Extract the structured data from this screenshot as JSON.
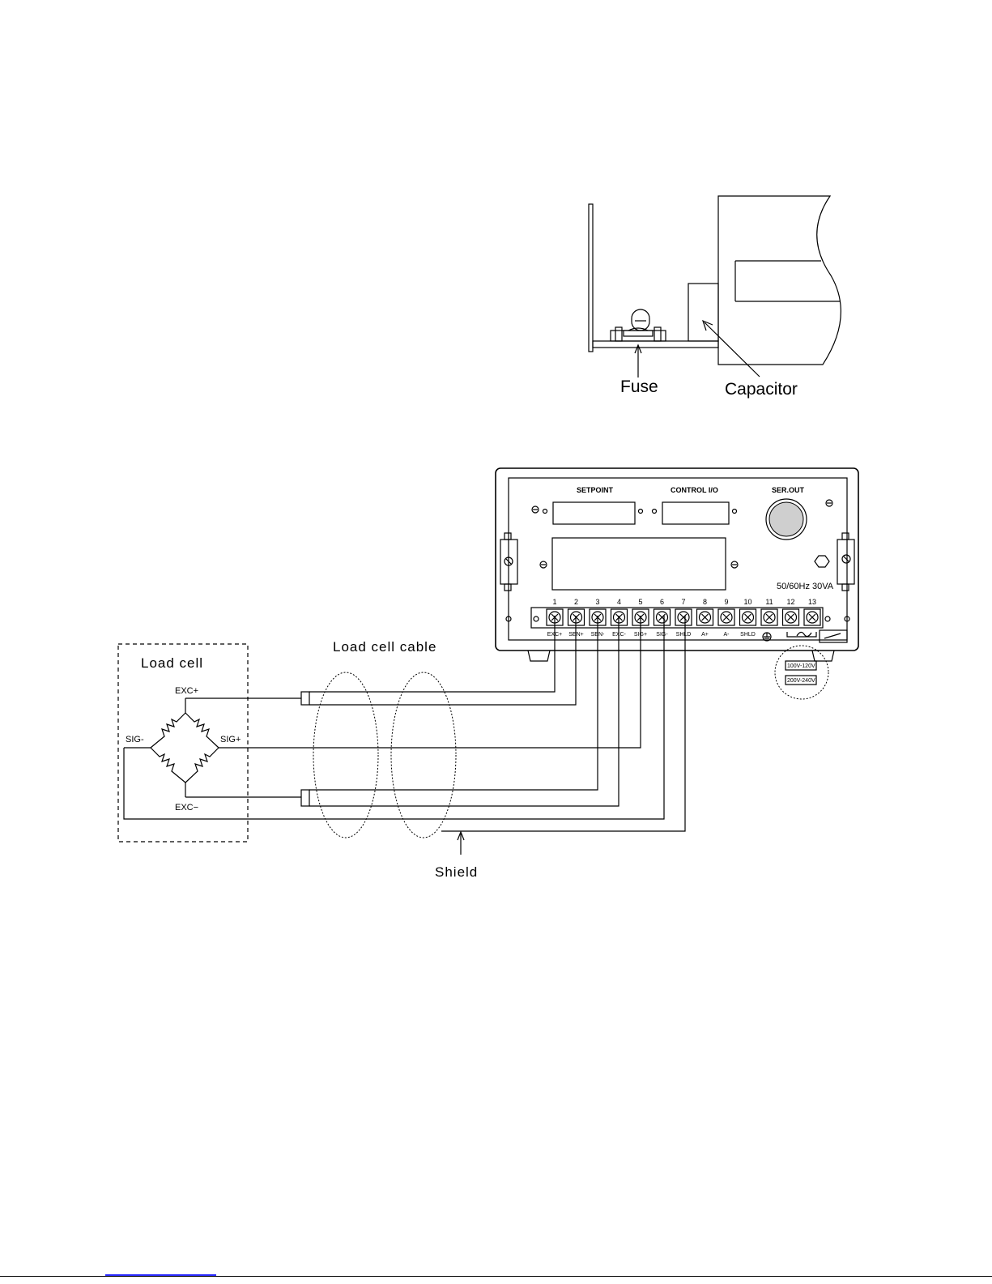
{
  "fuse_figure": {
    "fuse_label": "Fuse",
    "capacitor_label": "Capacitor"
  },
  "rear_panel": {
    "setpoint_label": "SETPOINT",
    "control_io_label": "CONTROL I/O",
    "ser_out_label": "SER.OUT",
    "power_rating": "50/60Hz 30VA",
    "terminal_numbers": [
      "1",
      "2",
      "3",
      "4",
      "5",
      "6",
      "7",
      "8",
      "9",
      "10",
      "11",
      "12",
      "13"
    ],
    "terminal_labels": [
      "EXC+",
      "SEN+",
      "SEN-",
      "EXC-",
      "SIG+",
      "SIG-",
      "SHLD",
      "A+",
      "A-",
      "SHLD",
      "",
      "",
      ""
    ],
    "voltage_options": [
      "100V-120V",
      "200V-240V"
    ]
  },
  "load_cell": {
    "title": "Load cell",
    "exc_plus": "EXC+",
    "exc_minus": "EXC−",
    "sig_plus": "SIG+",
    "sig_minus": "SIG-"
  },
  "cable": {
    "title": "Load cell cable",
    "shield_label": "Shield"
  }
}
